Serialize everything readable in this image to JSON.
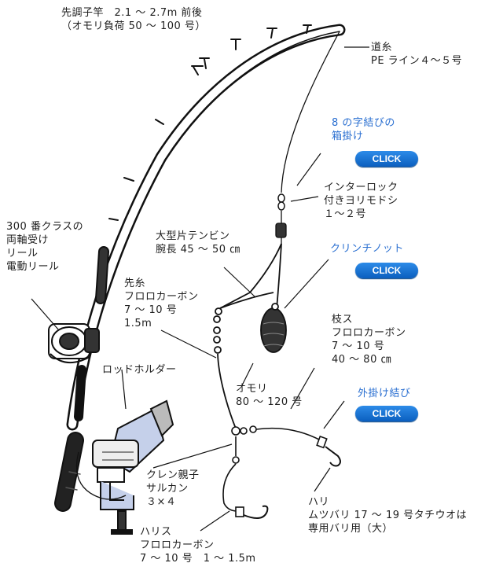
{
  "labels": {
    "rod": "先調子竿　2.1 ～ 2.7m 前後\n（オモリ負荷 50 ～ 100 号）",
    "line": "道糸\nPE ライン４～５号",
    "knot8": "8 の字結びの\n箱掛け",
    "swivel": "インターロック\n付きヨリモドシ\n１～２号",
    "reel": "300 番クラスの\n両軸受け\nリール\n電動リール",
    "tenbin": "大型片テンビン\n腕長 45 ～ 50 ㎝",
    "clinch": "クリンチノット",
    "sakiito": "先糸\nフロロカーボン\n7 ～ 10 号\n1.5m",
    "edasu": "枝ス\nフロロカーボン\n7 ～ 10 号\n40 ～ 80 ㎝",
    "holder": "ロッドホルダー",
    "omori": "オモリ\n80 ～ 120 号",
    "sotogake": "外掛け結び",
    "kuren": "クレン親子\nサルカン\n３×４",
    "hari": "ハリ\nムツバリ 17 ～ 19 号タチウオは\n専用バリ用（大）",
    "harisu": "ハリス\nフロロカーボン\n7 ～ 10 号　1 ～ 1.5m"
  },
  "buttons": {
    "click1": "CLICK",
    "click2": "CLICK",
    "click3": "CLICK"
  },
  "colors": {
    "link_blue": "#2a6fd1",
    "button_blue": "#0b5fbf",
    "holder_blue": "#c5d0ea"
  }
}
